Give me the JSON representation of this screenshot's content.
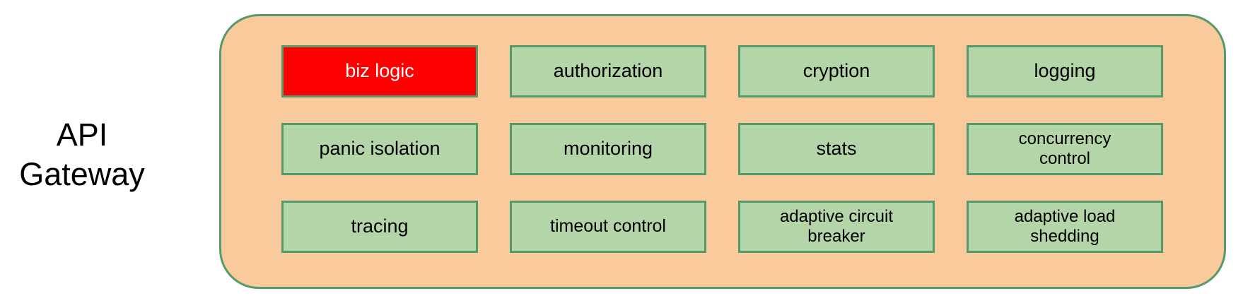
{
  "colors": {
    "page_bg": "#ffffff",
    "container_fill": "#f9cb9c",
    "container_border": "#569a6b",
    "box_fill": "#b4d5a8",
    "box_border": "#569a6b",
    "box_text": "#000000",
    "highlight_fill": "#ff0000",
    "highlight_text": "#ffffff",
    "label_text": "#000000"
  },
  "gateway": {
    "label_line1": "API",
    "label_line2": "Gateway",
    "boxes": [
      {
        "label": "biz logic",
        "highlight": true
      },
      {
        "label": "authorization",
        "highlight": false
      },
      {
        "label": "cryption",
        "highlight": false
      },
      {
        "label": "logging",
        "highlight": false
      },
      {
        "label": "panic isolation",
        "highlight": false
      },
      {
        "label": "monitoring",
        "highlight": false
      },
      {
        "label": "stats",
        "highlight": false
      },
      {
        "label": "concurrency\ncontrol",
        "highlight": false
      },
      {
        "label": "tracing",
        "highlight": false
      },
      {
        "label": "timeout control",
        "highlight": false
      },
      {
        "label": "adaptive circuit\nbreaker",
        "highlight": false
      },
      {
        "label": "adaptive load\nshedding",
        "highlight": false
      }
    ]
  }
}
